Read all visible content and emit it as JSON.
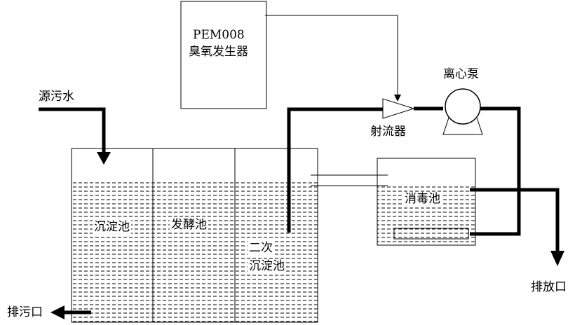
{
  "ozone_generator": {
    "line1": "PEM008",
    "line2": "臭氧发生器"
  },
  "source_water": "源污水",
  "injector": "射流器",
  "centrifugal_pump": "离心泵",
  "tanks": {
    "sedimentation": "沉淀池",
    "fermentation": "发酵池",
    "secondary_line1": "二次",
    "secondary_line2": "沉淀池",
    "disinfection": "消毒池"
  },
  "sludge_outlet": "排污口",
  "discharge_outlet": "排放口"
}
